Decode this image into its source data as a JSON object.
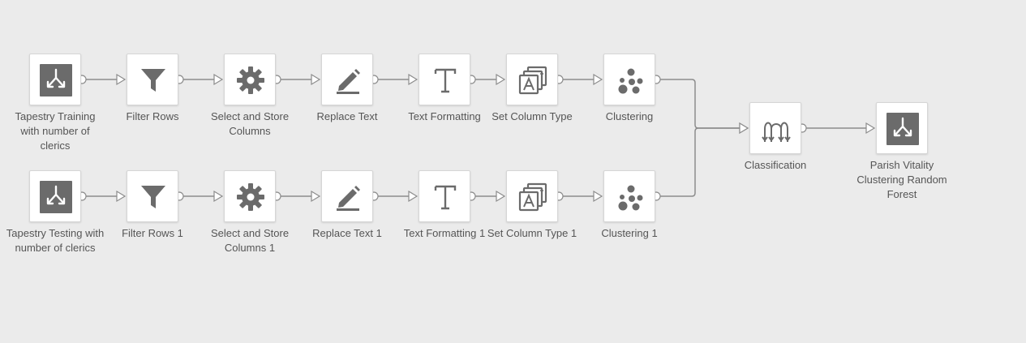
{
  "canvas": {
    "background": "#ebebeb",
    "node_background": "#ffffff",
    "icon_color": "#6b6b6b",
    "wire_color": "#8c8c8c"
  },
  "nodes": [
    {
      "id": "n1",
      "label": "Tapestry Training with number of clerics",
      "icon": "dataset-icon"
    },
    {
      "id": "n2",
      "label": "Filter Rows",
      "icon": "funnel-icon"
    },
    {
      "id": "n3",
      "label": "Select and Store Columns",
      "icon": "gear-icon"
    },
    {
      "id": "n4",
      "label": "Replace Text",
      "icon": "pencil-icon"
    },
    {
      "id": "n5",
      "label": "Text Formatting",
      "icon": "text-t-icon"
    },
    {
      "id": "n6",
      "label": "Set Column Type",
      "icon": "column-type-icon"
    },
    {
      "id": "n7",
      "label": "Clustering",
      "icon": "cluster-dots-icon"
    },
    {
      "id": "n8",
      "label": "Tapestry Testing with number of clerics",
      "icon": "dataset-icon"
    },
    {
      "id": "n9",
      "label": "Filter Rows 1",
      "icon": "funnel-icon"
    },
    {
      "id": "n10",
      "label": "Select and Store Columns 1",
      "icon": "gear-icon"
    },
    {
      "id": "n11",
      "label": "Replace Text 1",
      "icon": "pencil-icon"
    },
    {
      "id": "n12",
      "label": "Text Formatting 1",
      "icon": "text-t-icon"
    },
    {
      "id": "n13",
      "label": "Set Column Type 1",
      "icon": "column-type-icon"
    },
    {
      "id": "n14",
      "label": "Clustering 1",
      "icon": "cluster-dots-icon"
    },
    {
      "id": "n15",
      "label": "Classification",
      "icon": "classification-icon"
    },
    {
      "id": "n16",
      "label": "Parish Vitality Clustering Random Forest",
      "icon": "dataset-icon"
    }
  ],
  "edges": [
    [
      "n1",
      "n2"
    ],
    [
      "n2",
      "n3"
    ],
    [
      "n3",
      "n4"
    ],
    [
      "n4",
      "n5"
    ],
    [
      "n5",
      "n6"
    ],
    [
      "n6",
      "n7"
    ],
    [
      "n8",
      "n9"
    ],
    [
      "n9",
      "n10"
    ],
    [
      "n10",
      "n11"
    ],
    [
      "n11",
      "n12"
    ],
    [
      "n12",
      "n13"
    ],
    [
      "n13",
      "n14"
    ],
    [
      "n7",
      "n15"
    ],
    [
      "n14",
      "n15"
    ],
    [
      "n15",
      "n16"
    ]
  ]
}
